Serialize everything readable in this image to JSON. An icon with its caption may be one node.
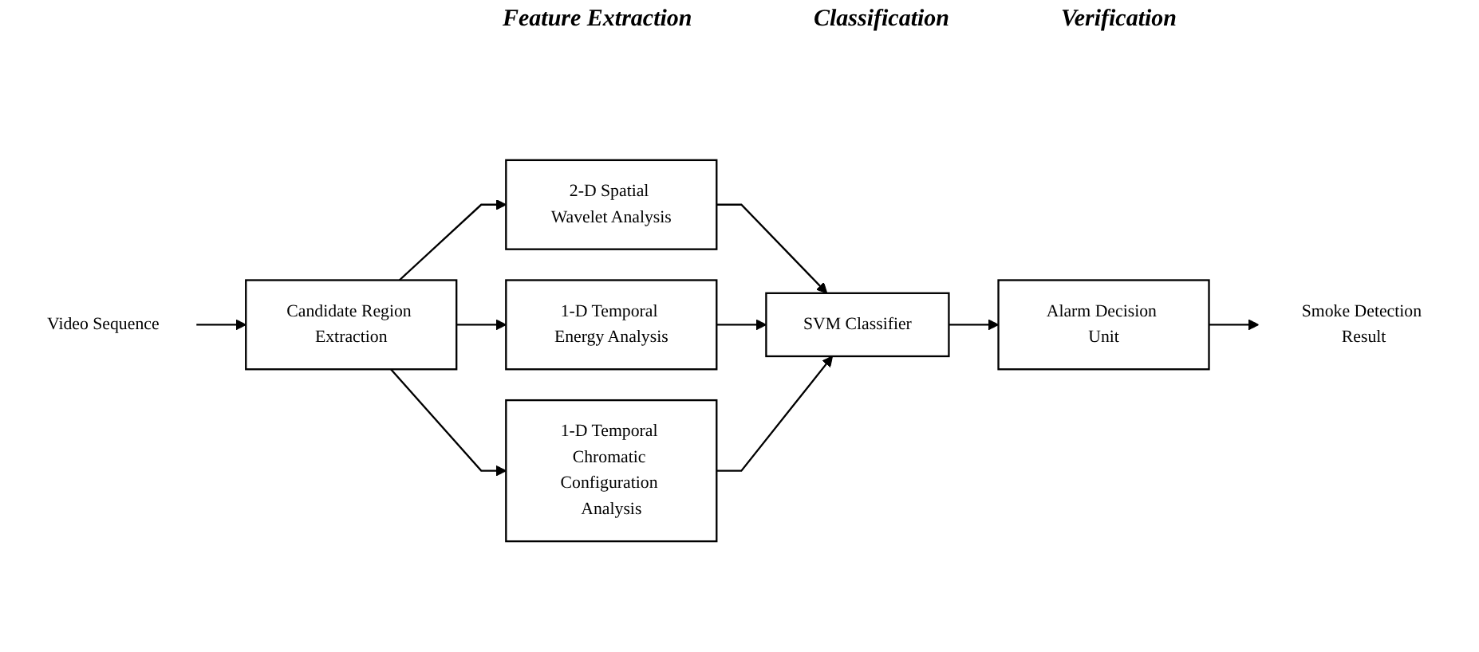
{
  "diagram": {
    "nodes": [
      {
        "text": [
          "Video Sequence"
        ]
      },
      {
        "text": [
          "Candidate Region Extraction"
        ]
      },
      {
        "text": [
          "2-D Spatial Wavelet Analysis"
        ]
      },
      {
        "text": [
          "1-D Temporal Energy Analysis"
        ]
      },
      {
        "text": [
          "1-D Temporal Chromatic Configuration Analysis"
        ]
      },
      {
        "text": [
          "SVM Classifier"
        ]
      },
      {
        "text": [
          "Alarm Decision Unit"
        ]
      },
      {
        "text": [
          "Smoke Detection Result"
        ]
      }
    ],
    "edges": [
      {
        "from": 0,
        "to": 1,
        "arrow": "to"
      },
      {
        "from": 1,
        "to": 2,
        "arrow": "to"
      },
      {
        "from": 1,
        "to": 3,
        "arrow": "to"
      },
      {
        "from": 1,
        "to": 4,
        "arrow": "to"
      },
      {
        "from": 2,
        "to": 5,
        "arrow": "to"
      },
      {
        "from": 3,
        "to": 5,
        "arrow": "to"
      },
      {
        "from": 4,
        "to": 5,
        "arrow": "to"
      },
      {
        "from": 5,
        "to": 6,
        "arrow": "to"
      },
      {
        "from": 6,
        "to": 7,
        "arrow": "to"
      }
    ],
    "labels": [
      "Feature Extraction",
      "Classification",
      "Verification"
    ]
  }
}
